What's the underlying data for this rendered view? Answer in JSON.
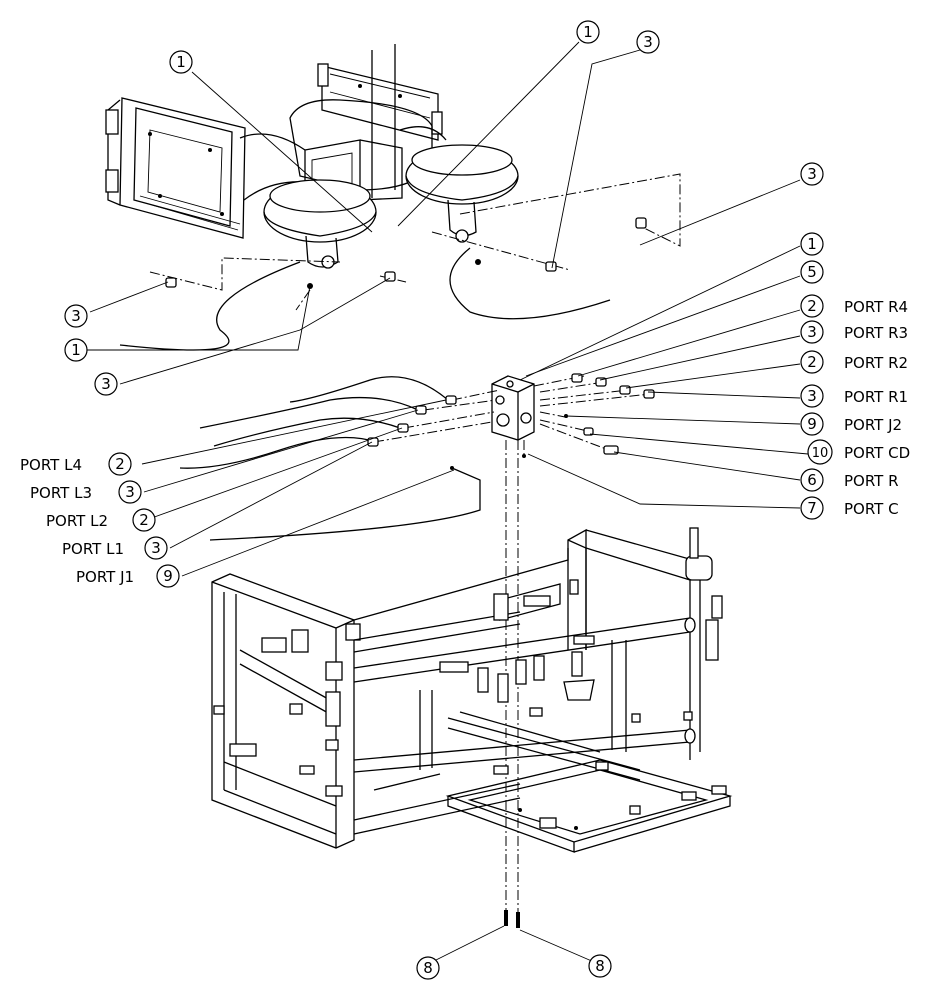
{
  "callouts": {
    "c01": "1",
    "c02": "1",
    "c03": "3",
    "c04": "3",
    "c05": "3",
    "c06": "1",
    "c07": "3",
    "c08": "1",
    "c09": "5",
    "c10": "2",
    "c11": "3",
    "c12": "2",
    "c13": "3",
    "c14": "9",
    "c15": "10",
    "c16": "6",
    "c17": "7",
    "c18": "2",
    "c19": "3",
    "c20": "2",
    "c21": "3",
    "c22": "9",
    "c23": "8",
    "c24": "8"
  },
  "ports": {
    "r4": "PORT R4",
    "r3": "PORT R3",
    "r2": "PORT R2",
    "r1": "PORT R1",
    "j2": "PORT J2",
    "cd": "PORT CD",
    "r": "PORT R",
    "c": "PORT C",
    "l4": "PORT L4",
    "l3": "PORT L3",
    "l2": "PORT L2",
    "l1": "PORT L1",
    "j1": "PORT J1"
  }
}
